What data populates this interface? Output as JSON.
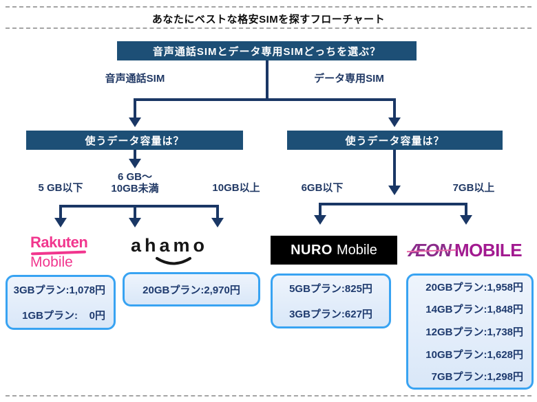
{
  "title": "あなたにベストな格安SIMを探すフローチャート",
  "root_question": "音声通話SIMとデータ専用SIMどっちを選ぶ？",
  "branch_labels": {
    "voice": "音声通話SIM",
    "data_only": "データ専用SIM"
  },
  "capacity_question_left": "使うデータ容量は？",
  "capacity_question_right": "使うデータ容量は？",
  "capacity_labels": {
    "left_low": "5 GB以下",
    "left_mid_line1": "6 GB～",
    "left_mid_line2": "10GB未満",
    "left_high": "10GB以上",
    "right_low": "6GB以下",
    "right_high": "7GB以上"
  },
  "providers": {
    "rakuten": {
      "logo_line1": "Rakuten",
      "logo_line2": "Mobile",
      "plans": [
        "3GBプラン:1,078円",
        "1GBプラン:    0円"
      ]
    },
    "ahamo": {
      "logo_text": "ahamo",
      "plans": [
        "20GBプラン:2,970円"
      ]
    },
    "nuro": {
      "logo_bold": "NURO",
      "logo_regular": "Mobile",
      "plans": [
        "5GBプラン:825円",
        "3GBプラン:627円"
      ]
    },
    "aeon": {
      "logo_aeon": "ÆON",
      "logo_mobile": "MOBILE",
      "plans": [
        "20GBプラン:1,958円",
        "14GBプラン:1,848円",
        "12GBプラン:1,738円",
        "10GBプラン:1,628円",
        "7GBプラン:1,298円"
      ]
    }
  },
  "colors": {
    "question_box": "#1d4f76",
    "connector": "#1a3765",
    "label_text": "#203864",
    "price_border": "#38a3f2",
    "rakuten_pink": "#f1368e",
    "aeon_purple": "#8b2c8b",
    "aeon_magenta": "#a21a90",
    "nuro_background": "#000000"
  }
}
